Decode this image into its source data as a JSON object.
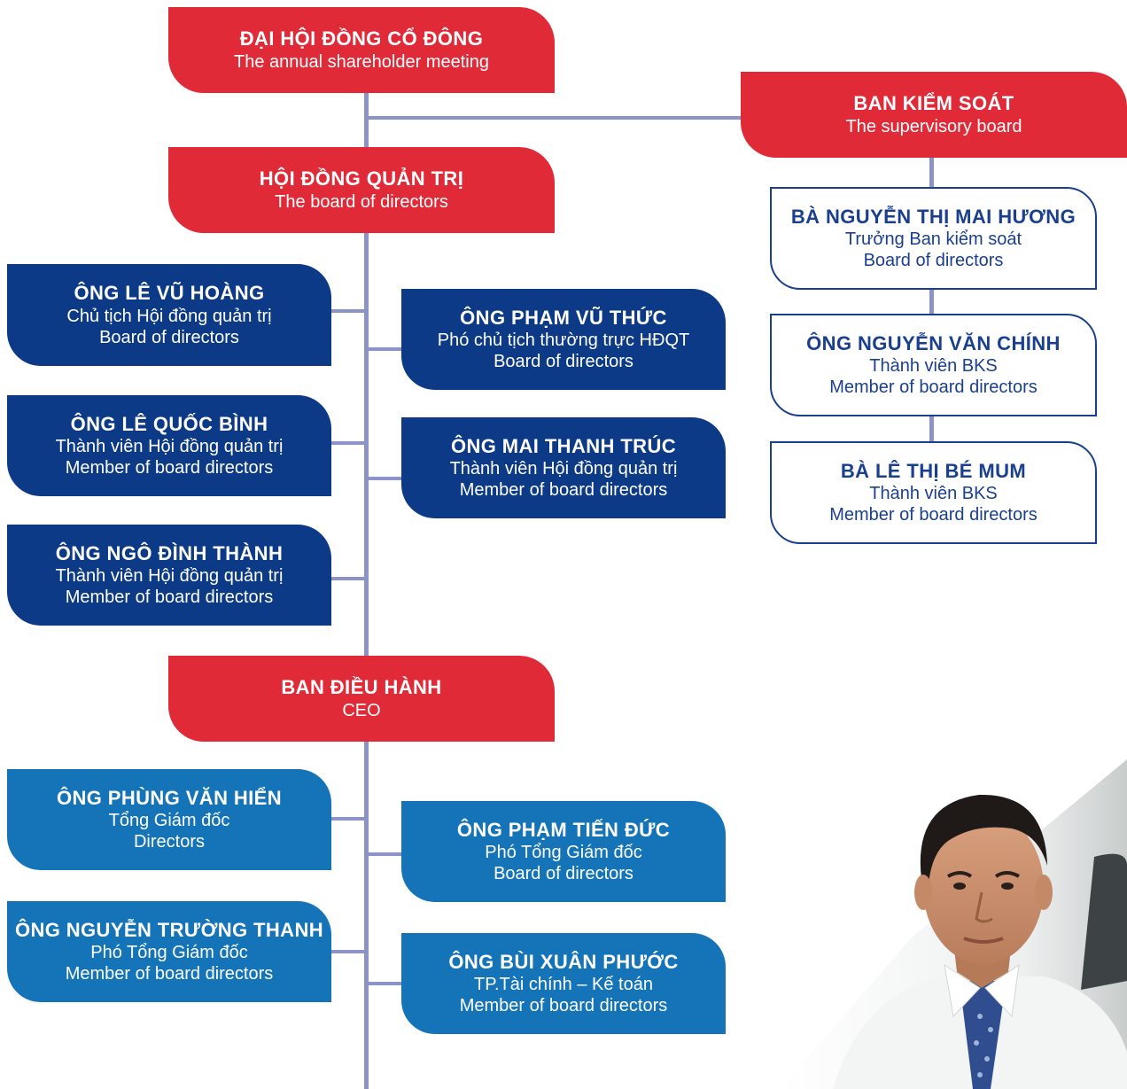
{
  "shareholder_meeting": {
    "name": "ĐẠI HỘI ĐỒNG CỔ ĐÔNG",
    "en": "The annual shareholder meeting"
  },
  "supervisory_board": {
    "name": "BAN KIỂM SOÁT",
    "en": "The supervisory board",
    "members": [
      {
        "name": "BÀ NGUYỄN THỊ MAI HƯƠNG",
        "vi": "Trưởng Ban kiểm soát",
        "en": "Board of directors"
      },
      {
        "name": "ÔNG NGUYỄN VĂN CHÍNH",
        "vi": "Thành viên BKS",
        "en": "Member of board directors"
      },
      {
        "name": "BÀ LÊ THỊ BÉ MUM",
        "vi": "Thành viên BKS",
        "en": "Member of board directors"
      }
    ]
  },
  "board_of_directors": {
    "name": "HỘI ĐỒNG QUẢN TRỊ",
    "en": "The board of directors",
    "members": [
      {
        "name": "ÔNG LÊ VŨ HOÀNG",
        "vi": "Chủ tịch Hội đồng quản trị",
        "en": "Board of directors"
      },
      {
        "name": "ÔNG PHẠM VŨ THỨC",
        "vi": "Phó chủ tịch thường trực HĐQT",
        "en": "Board of directors"
      },
      {
        "name": "ÔNG LÊ QUỐC BÌNH",
        "vi": "Thành viên Hội đồng quản trị",
        "en": "Member of board directors"
      },
      {
        "name": "ÔNG MAI THANH TRÚC",
        "vi": "Thành viên Hội đồng quản trị",
        "en": "Member of board directors"
      },
      {
        "name": "ÔNG NGÔ ĐÌNH THÀNH",
        "vi": "Thành viên Hội đồng quản trị",
        "en": "Member of board directors"
      }
    ]
  },
  "executive_board": {
    "name": "BAN ĐIỀU HÀNH",
    "en": "CEO",
    "members": [
      {
        "name": "ÔNG PHÙNG VĂN HIỂN",
        "vi": "Tổng Giám đốc",
        "en": "Directors"
      },
      {
        "name": "ÔNG PHẠM TIẾN ĐỨC",
        "vi": "Phó Tổng Giám đốc",
        "en": "Board of directors"
      },
      {
        "name": "ÔNG NGUYỄN TRƯỜNG THANH",
        "vi": "Phó Tổng Giám đốc",
        "en": "Member of board directors"
      },
      {
        "name": "ÔNG BÙI XUÂN PHƯỚC",
        "vi": "TP.Tài chính – Kế toán",
        "en": "Member of board directors"
      }
    ]
  },
  "colors": {
    "red": "#e02a38",
    "navy": "#0c3a86",
    "blue": "#1574b8",
    "outline": "#1a3f8f",
    "connector": "#8c93c6"
  }
}
